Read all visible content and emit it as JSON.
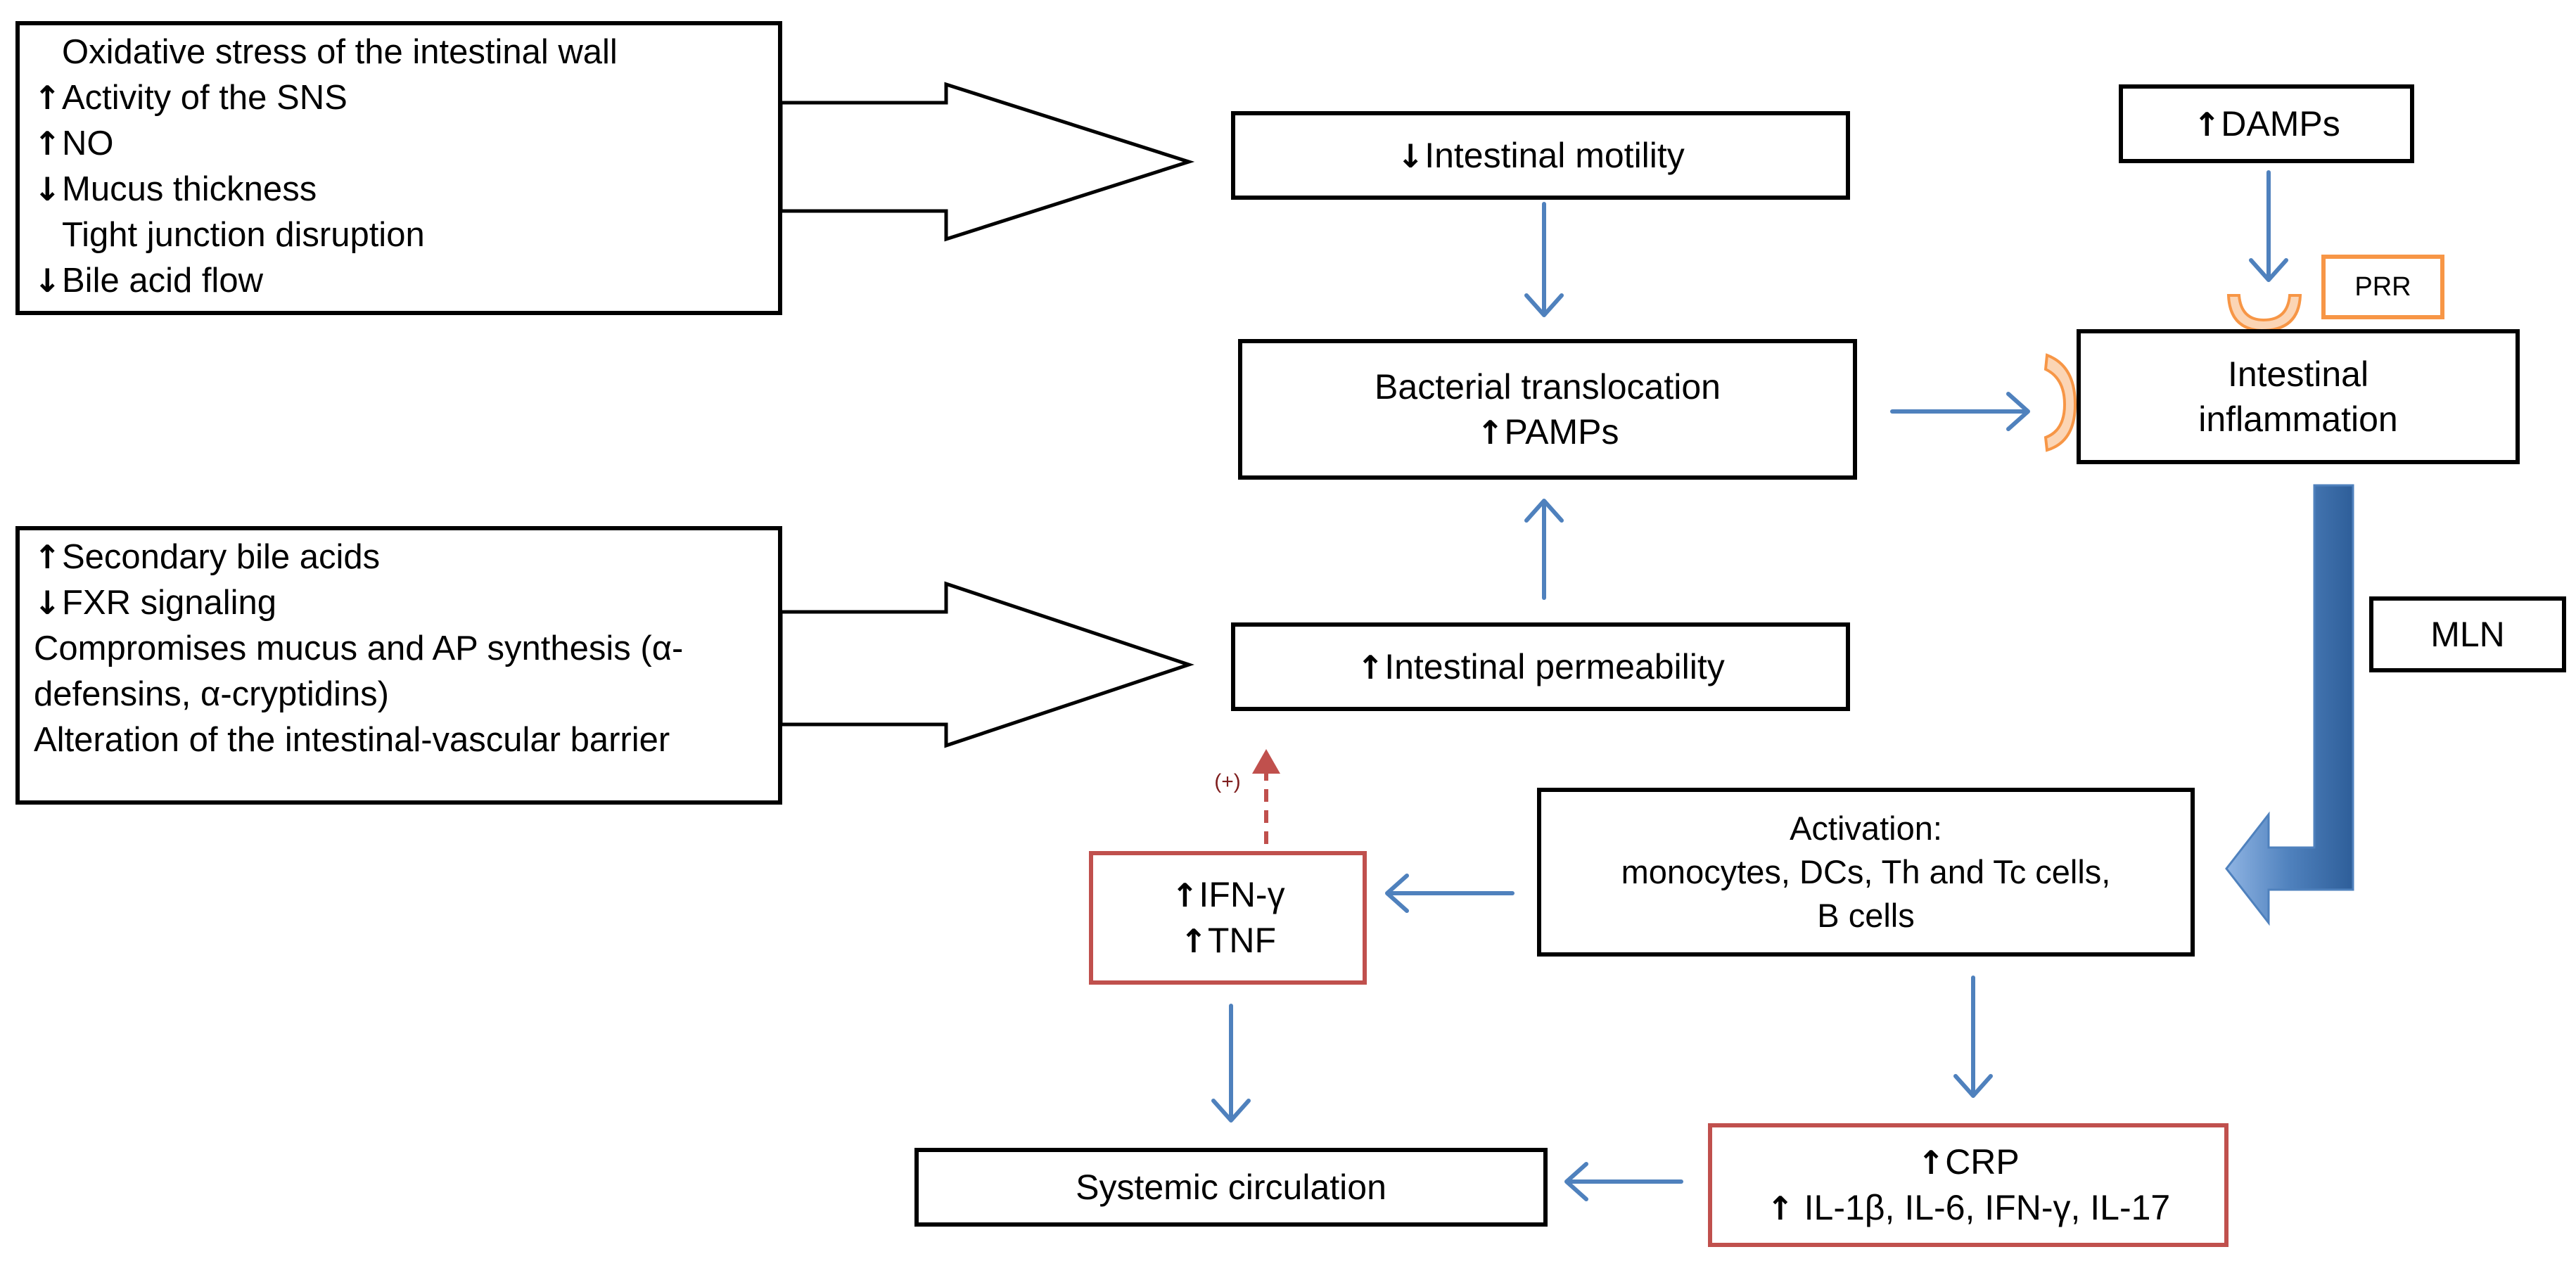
{
  "left_top": {
    "items": [
      {
        "arrow": "",
        "text": "Oxidative stress of the intestinal wall"
      },
      {
        "arrow": "↑",
        "text": "Activity of the SNS"
      },
      {
        "arrow": "↑",
        "text": "NO"
      },
      {
        "arrow": "↓",
        "text": "Mucus thickness"
      },
      {
        "arrow": "",
        "text": "Tight junction disruption"
      },
      {
        "arrow": "↓",
        "text": "Bile acid flow"
      }
    ]
  },
  "left_bottom": {
    "items": [
      {
        "arrow": "↑",
        "text": "Secondary bile acids"
      },
      {
        "arrow": "↓",
        "text": "FXR signaling"
      },
      {
        "arrow": "",
        "text": "Compromises mucus and AP synthesis (α-defensins, α-cryptidins)"
      },
      {
        "arrow": "",
        "text": "Alteration of the intestinal-vascular barrier"
      }
    ]
  },
  "motility": {
    "arrow": "↓",
    "text": "Intestinal motility"
  },
  "translocation": {
    "line1": "Bacterial translocation",
    "arrow": "↑",
    "line2": "PAMPs"
  },
  "permeability": {
    "arrow": "↑",
    "text": "Intestinal permeability"
  },
  "damps": {
    "arrow": "↑",
    "text": "DAMPs"
  },
  "prr": {
    "text": "PRR"
  },
  "inflammation": {
    "line1": "Intestinal",
    "line2": "inflammation"
  },
  "mln": {
    "text": "MLN"
  },
  "activation": {
    "line1": "Activation:",
    "line2": "monocytes, DCs, Th and Tc cells,",
    "line3": "B cells"
  },
  "cytokines_left": {
    "arrow1": "↑",
    "line1": "IFN-γ",
    "arrow2": "↑",
    "line2": "TNF"
  },
  "positive": {
    "text": "(+)"
  },
  "crp": {
    "arrow1": "↑",
    "line1": "CRP",
    "arrow2": "↑",
    "line2": " IL-1β, IL-6, IFN-γ, IL-17"
  },
  "systemic": {
    "text": "Systemic circulation"
  },
  "colors": {
    "flow_arrow": "#4f81bd",
    "highlight_box": "#c0504d",
    "receptor": "#f79646",
    "dashed_arrow": "#c0504d"
  }
}
